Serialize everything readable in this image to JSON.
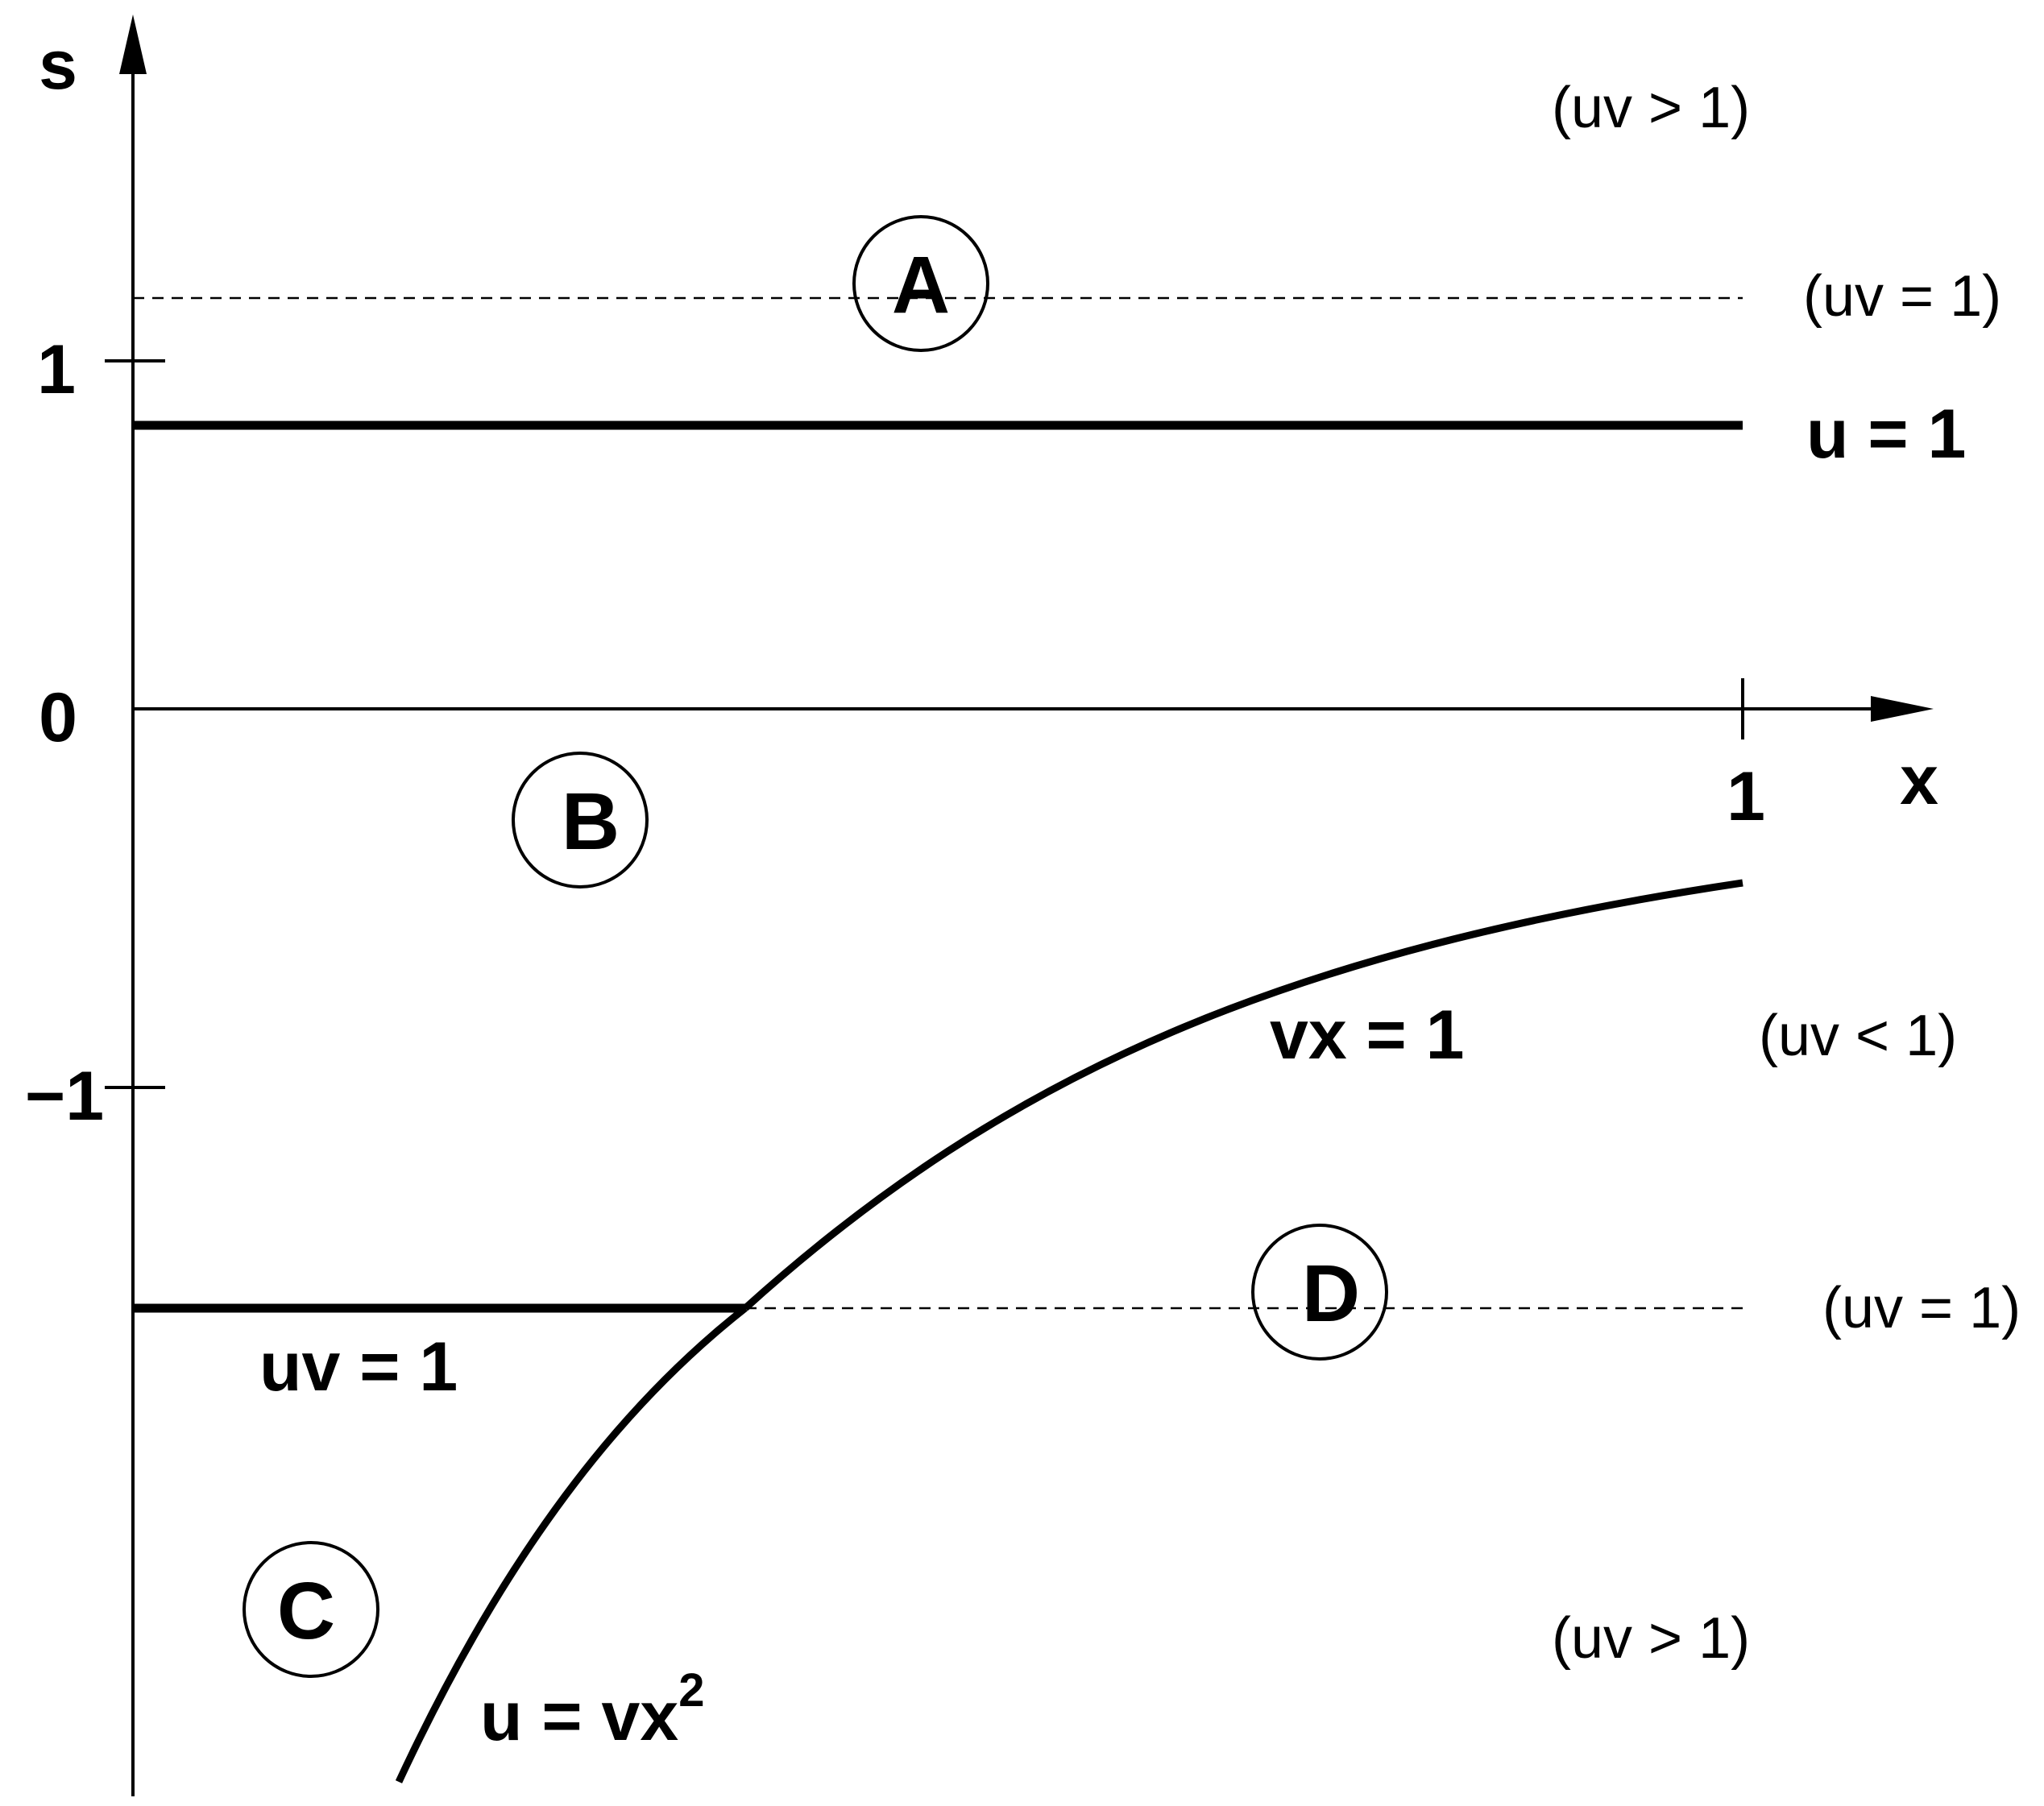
{
  "colors": {
    "ink": "#000000",
    "background": "#ffffff"
  },
  "axes": {
    "vertical_label": "s",
    "horizontal_label": "x",
    "tick_s_one": "1",
    "tick_s_zero": "0",
    "tick_s_minus_one": "−1",
    "tick_x_one": "1"
  },
  "regions": {
    "a": "A",
    "b": "B",
    "c": "C",
    "d": "D"
  },
  "curves": {
    "u_equals_1": "u = 1",
    "uv_equals_1": "uv = 1",
    "vx_equals_1": "vx = 1",
    "u_equals_vx2_base": "u = vx",
    "u_equals_vx2_exponent": "2"
  },
  "annotations": {
    "top_uv_greater": "(uv > 1)",
    "upper_uv_equal": "(uv = 1)",
    "middle_uv_less": "(uv < 1)",
    "lower_uv_equal": "(uv = 1)",
    "bottom_uv_greater": "(uv > 1)"
  }
}
